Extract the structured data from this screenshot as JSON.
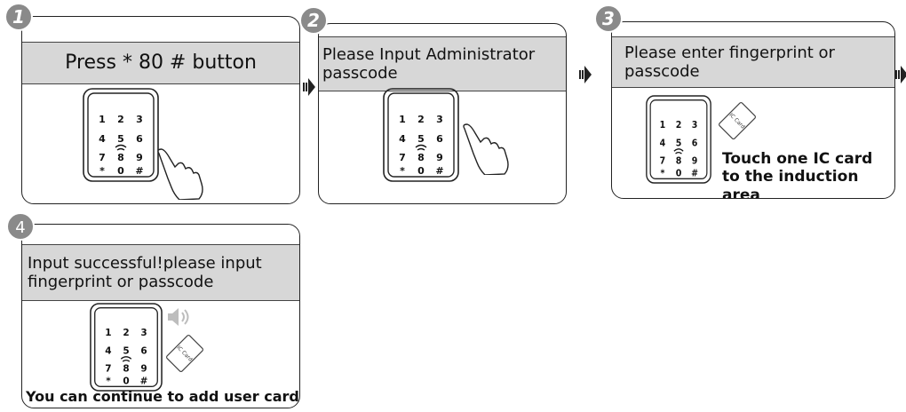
{
  "steps": [
    {
      "number": "1",
      "instruction": "Press * 80 # button"
    },
    {
      "number": "2",
      "instruction": "Please Input Administrator passcode"
    },
    {
      "number": "3",
      "instruction": "Please enter fingerprint or passcode",
      "note": "Touch one IC card to the induction area"
    },
    {
      "number": "4",
      "instruction": "Input successful!please input fingerprint or passcode",
      "note": "You can continue to add user card"
    }
  ],
  "keypad": {
    "keys": [
      "1",
      "2",
      "3",
      "4",
      "5",
      "6",
      "7",
      "8",
      "9",
      "*",
      "0",
      "#"
    ]
  },
  "ic_card_label": "IC Card",
  "colors": {
    "band": "#d7d7d7",
    "outline": "#222222",
    "badge": "#8a8a8a"
  }
}
